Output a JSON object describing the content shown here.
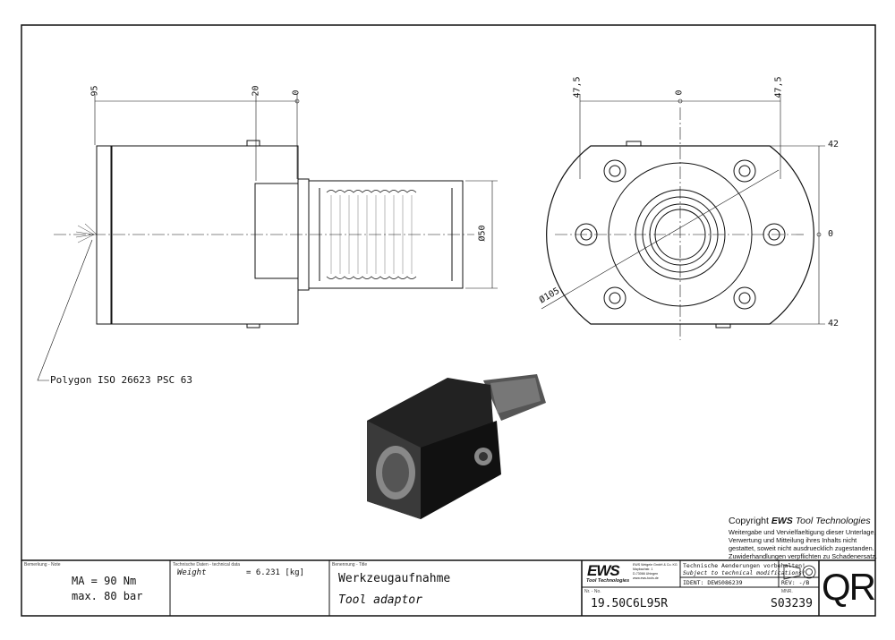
{
  "drawing": {
    "side_view": {
      "dims": {
        "d95": "95",
        "d20": "20",
        "d0": "0",
        "dia50": "Ø50"
      },
      "note": "Polygon ISO 26623 PSC 63"
    },
    "front_view": {
      "dims": {
        "left": "47,5",
        "center": "0",
        "right": "47,5",
        "top": "42",
        "middle": "0",
        "bottom": "42",
        "dia105": "Ø105"
      }
    }
  },
  "copyright": {
    "title_prefix": "Copyright ",
    "brand": "EWS",
    "title_suffix": " Tool Technologies",
    "lines": [
      "Weitergabe und Vervielfaeltigung dieser Unterlage,",
      "Verwertung und Mitteilung ihres Inhalts nicht",
      "gestattet, soweit nicht ausdruecklich zugestanden.",
      "Zuwiderhandlungen verpflichten zu Schadenersatz."
    ]
  },
  "title_block": {
    "note": {
      "label": "Bemerkung - Note",
      "line1": "MA = 90 Nm",
      "line2": "max. 80 bar"
    },
    "tech": {
      "label": "Technische Daten - technical data",
      "key": "Weight",
      "value": "=  6.231 [kg]"
    },
    "title": {
      "label": "Benennung - Title",
      "de": "Werkzeugaufnahme",
      "en": "Tool adaptor"
    },
    "company": {
      "logo": "EWS",
      "logo_sub": "Tool Technologies",
      "addr1": "EWS Weigele GmbH & Co. KG",
      "addr2": "Maybachstr. 1",
      "addr3": "D-73066 Uhingen",
      "addr4": "www.ews-tools.de"
    },
    "changes": {
      "de": "Technische Aenderungen vorbehalten!",
      "en": "Subject to technical modifications!"
    },
    "ident": "IDENT:  DEWS086239",
    "rev": "REV:  -/B",
    "number_label": "Nr. - No.",
    "number": "19.50C6L95R",
    "mnr_label": "MNR.",
    "mnr": "S03239",
    "qr": "QR"
  }
}
